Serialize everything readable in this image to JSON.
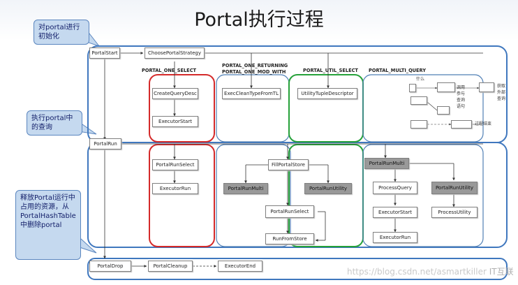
{
  "title": "Portal执行过程",
  "callouts": {
    "init": "对portal进行初始化",
    "query": "执行portal中的查询",
    "release": "释放Portal运行中占用的资源，从PortalHashTable中删除portal"
  },
  "strategies": {
    "one_select": "PORTAL_ONE_SELECT",
    "one_returning": "PORTAL_ONE_RETURNING",
    "one_mod_with": "PORTAL_ONE_MOD_WITH",
    "util_select": "PORTAL_UTIL_SELECT",
    "multi_query": "PORTAL_MULTI_QUERY"
  },
  "nodes": {
    "portal_start": "PortalStart",
    "choose_strategy": "ChoosePortalStrategy",
    "create_query_desc": "CreateQueryDesc",
    "executor_start": "ExecutorStart",
    "exec_cleanup_type": "ExecCleanTypeFromTL",
    "utility_tuple_descriptor": "UtilityTupleDescriptor",
    "portal_run": "PortalRun",
    "portal_run_select": "PortalRunSelect",
    "executor_run": "ExecutorRun",
    "fill_portal_store": "FillPortalStore",
    "portal_run_multi_mid": "PortalRunMulti",
    "portal_run_utility_mid": "PortalRunUtility",
    "portal_run_select_mid": "PortalRunSelect",
    "run_from_store": "RunFromStore",
    "portal_run_multi": "PortalRunMulti",
    "process_query": "ProcessQuery",
    "portal_run_utility": "PortalRunUtility",
    "executor_start_r": "ExecutorStart",
    "process_utility": "ProcessUtility",
    "executor_run_r": "ExecutorRun",
    "portal_drop": "PortalDrop",
    "portal_cleanup": "PortalCleanup",
    "executor_end": "ExecutorEnd"
  },
  "fragments": {
    "f1": "什么",
    "f2": "调用",
    "f3": "参与",
    "f4": "查询",
    "f5": "语句",
    "f6": "获取",
    "f7": "外部",
    "f8": "查询",
    "f9": "过程结束"
  },
  "watermark": "https://blog.csdn.net/asmartkiller",
  "watermark_logo": "IT互联",
  "colors": {
    "blue": "#3f77be",
    "red": "#d42a2a",
    "green": "#25a139",
    "dark_box": "#999999",
    "callout": "#c5d9ef"
  }
}
